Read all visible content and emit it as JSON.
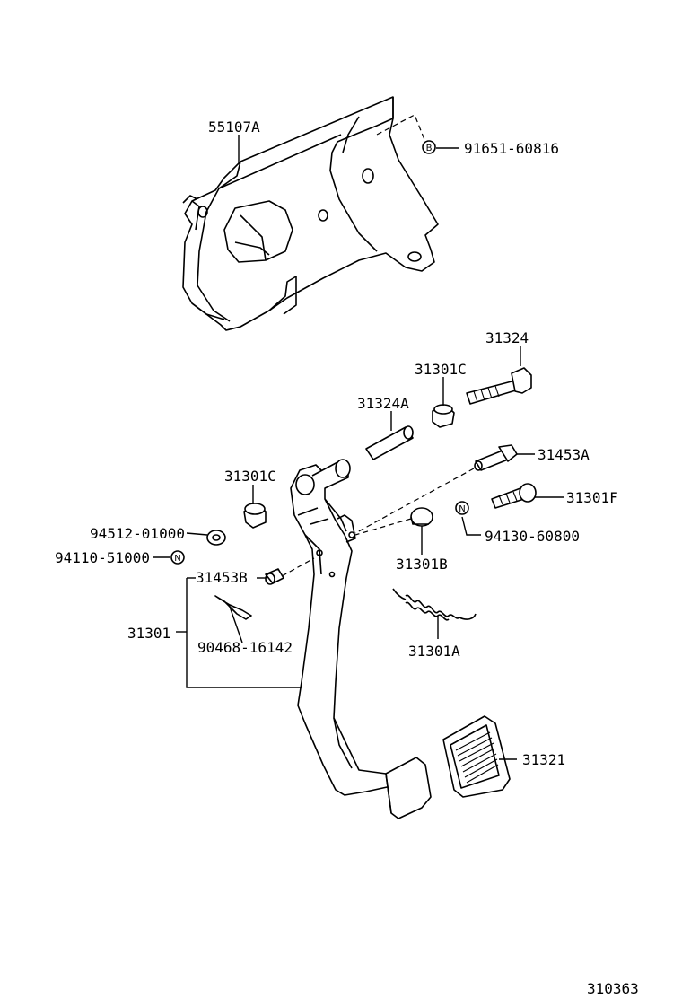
{
  "diagram_id": "310363",
  "labels": {
    "bracket": "55107A",
    "bolt_b": "91651-60816",
    "bolt_31324": "31324",
    "bushing_top": "31301C",
    "collar": "31324A",
    "bolt_31453a": "31453A",
    "stopper_f": "31301F",
    "bushing_left": "31301C",
    "washer": "94512-01000",
    "nut_left": "94110-51000",
    "nut_right": "94130-60800",
    "stopper_b": "31301B",
    "bolt_31453b": "31453B",
    "pedal": "31301",
    "clip": "90468-16142",
    "spring": "31301A",
    "pad": "31321"
  },
  "symbols": {
    "b": "B",
    "n_left": "N",
    "n_right": "N"
  }
}
